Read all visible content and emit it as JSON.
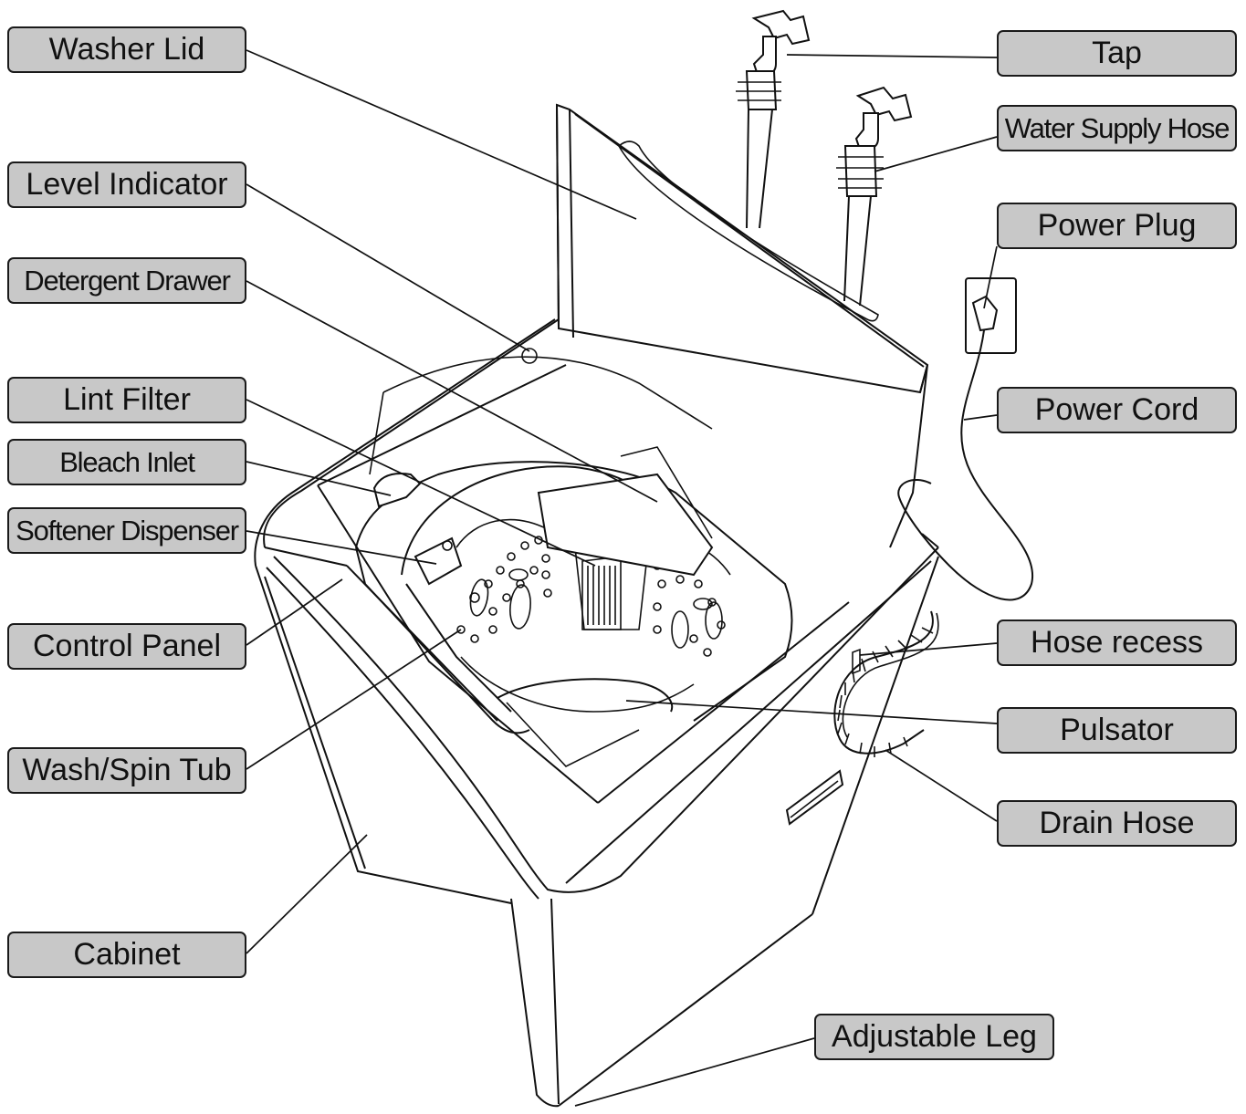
{
  "labels": {
    "washer_lid": "Washer Lid",
    "level_indicator": "Level Indicator",
    "detergent_drawer": "Detergent Drawer",
    "lint_filter": "Lint Filter",
    "bleach_inlet": "Bleach Inlet",
    "softener_dispenser": "Softener Dispenser",
    "control_panel": "Control Panel",
    "wash_spin_tub": "Wash/Spin Tub",
    "cabinet": "Cabinet",
    "tap": "Tap",
    "water_supply_hose": "Water Supply Hose",
    "power_plug": "Power Plug",
    "power_cord": "Power Cord",
    "hose_recess": "Hose recess",
    "pulsator": "Pulsator",
    "drain_hose": "Drain Hose",
    "adjustable_leg": "Adjustable Leg"
  },
  "colors": {
    "label_fill": "#c8c8c8",
    "line": "#111111",
    "background": "#ffffff"
  }
}
